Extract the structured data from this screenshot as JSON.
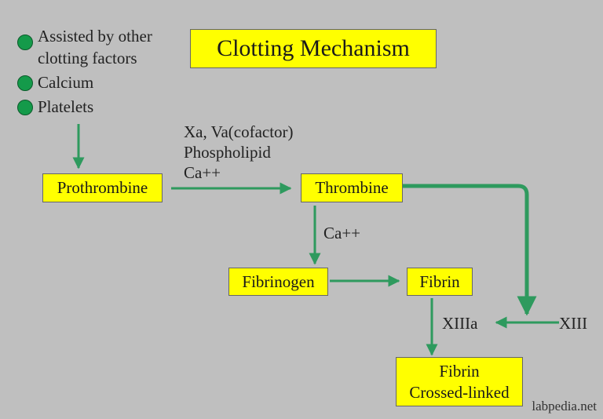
{
  "title": "Clotting Mechanism",
  "bullets": [
    {
      "line1": "Assisted by other",
      "line2": "clotting factors"
    },
    {
      "line1": "Calcium"
    },
    {
      "line1": "Platelets"
    }
  ],
  "nodes": {
    "prothrombine": "Prothrombine",
    "thrombine": "Thrombine",
    "fibrinogen": "Fibrinogen",
    "fibrin": "Fibrin",
    "fibrin_crosslinked_line1": "Fibrin",
    "fibrin_crosslinked_line2": "Crossed-linked"
  },
  "labels": {
    "cofactors_line1": "Xa, Va(cofactor)",
    "cofactors_line2": "Phospholipid",
    "cofactors_line3": "Ca++",
    "thrombine_cofactor": "Ca++",
    "xiiia": "XIIIa",
    "xiii": "XIII"
  },
  "watermark": "labpedia.net",
  "colors": {
    "background": "#bfbfbf",
    "box_fill": "#ffff00",
    "arrow": "#2e9a5e",
    "bullet": "#149a4a"
  }
}
